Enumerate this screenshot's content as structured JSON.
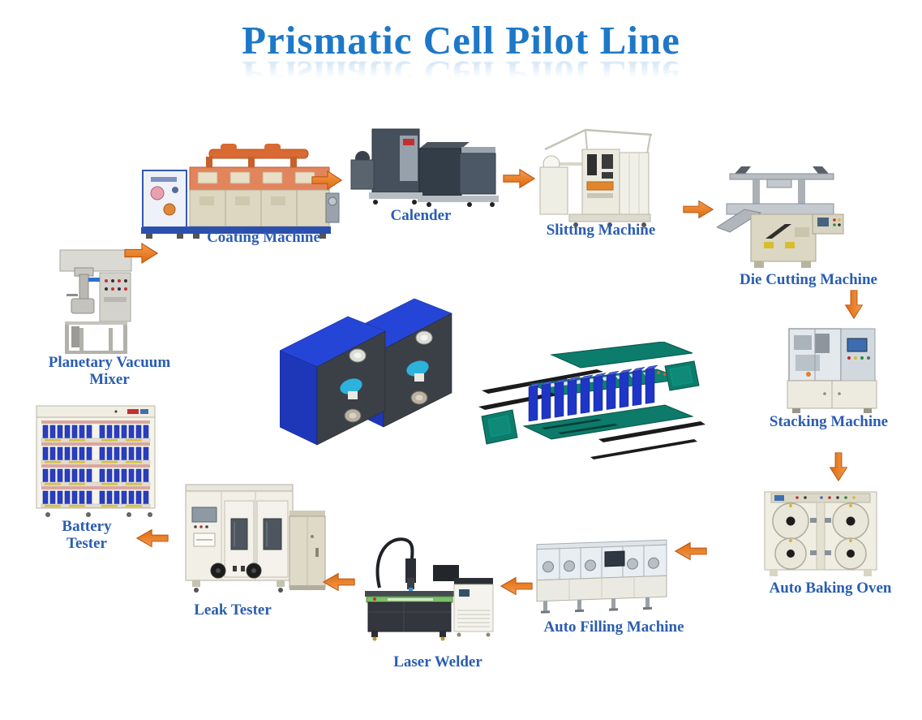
{
  "title": "Prismatic Cell Pilot Line",
  "colors": {
    "title_blue": "#1d78c8",
    "label_blue": "#2a5db0",
    "arrow_orange": "#e8762c",
    "arrow_border": "#bd5711"
  },
  "machines": [
    {
      "id": "planetary-vacuum-mixer",
      "label": "Planetary Vacuum Mixer"
    },
    {
      "id": "coating-machine",
      "label": "Coating Machine"
    },
    {
      "id": "calender",
      "label": "Calender"
    },
    {
      "id": "slitting-machine",
      "label": "Slitting Machine"
    },
    {
      "id": "die-cutting-machine",
      "label": "Die Cutting Machine"
    },
    {
      "id": "stacking-machine",
      "label": "Stacking Machine"
    },
    {
      "id": "auto-baking-oven",
      "label": "Auto Baking Oven"
    },
    {
      "id": "auto-filling-machine",
      "label": "Auto Filling Machine"
    },
    {
      "id": "laser-welder",
      "label": "Laser Welder"
    },
    {
      "id": "leak-tester",
      "label": "Leak Tester"
    },
    {
      "id": "battery-tester",
      "label": "Battery Tester"
    }
  ],
  "center_images": [
    {
      "id": "prismatic-cells",
      "meaning": "two blue prismatic battery cells"
    },
    {
      "id": "battery-module",
      "meaning": "exploded view of battery module"
    }
  ],
  "flow_arrows": [
    {
      "from": "planetary-vacuum-mixer",
      "to": "coating-machine",
      "direction": "right"
    },
    {
      "from": "coating-machine",
      "to": "calender",
      "direction": "right"
    },
    {
      "from": "calender",
      "to": "slitting-machine",
      "direction": "right"
    },
    {
      "from": "slitting-machine",
      "to": "die-cutting-machine",
      "direction": "right"
    },
    {
      "from": "die-cutting-machine",
      "to": "stacking-machine",
      "direction": "down"
    },
    {
      "from": "stacking-machine",
      "to": "auto-baking-oven",
      "direction": "down"
    },
    {
      "from": "auto-baking-oven",
      "to": "auto-filling-machine",
      "direction": "left"
    },
    {
      "from": "auto-filling-machine",
      "to": "laser-welder",
      "direction": "left"
    },
    {
      "from": "laser-welder",
      "to": "leak-tester",
      "direction": "left"
    },
    {
      "from": "leak-tester",
      "to": "battery-tester",
      "direction": "left"
    }
  ]
}
